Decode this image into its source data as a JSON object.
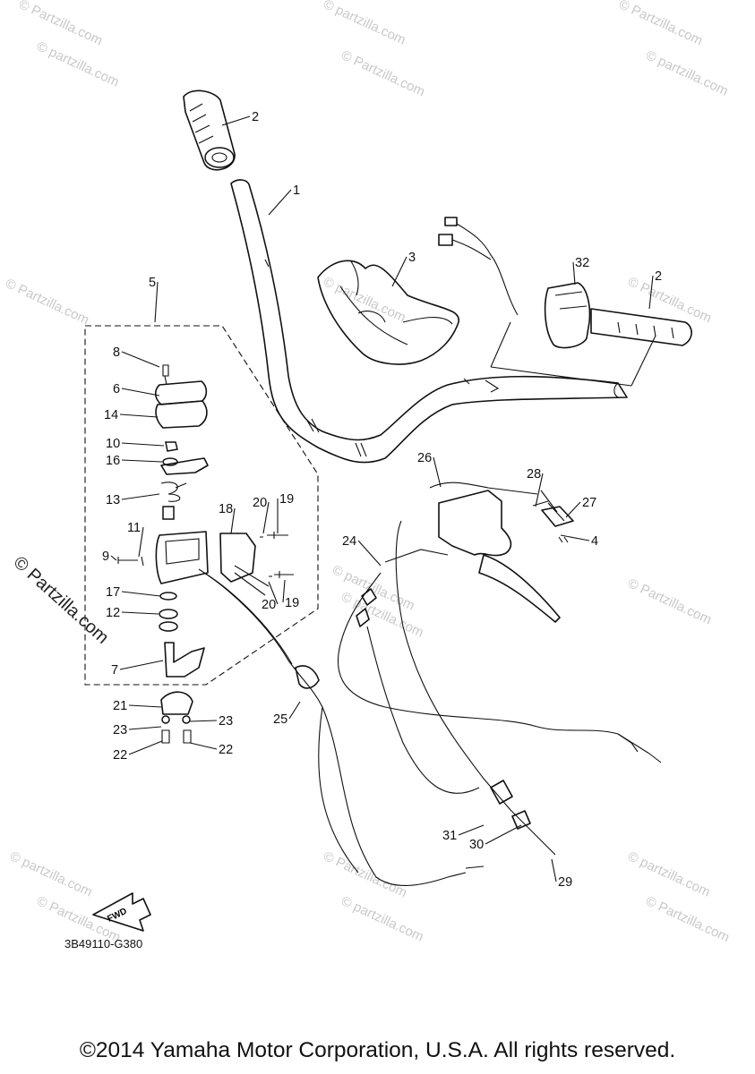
{
  "diagram": {
    "watermarks": [
      "© Partzilla.com",
      "© partzilla.com"
    ],
    "side_watermark": "© Partzilla.com",
    "drawing_code": "3B49110-G380",
    "fwd_label": "FWD",
    "copyright": "©2014 Yamaha Motor Corporation, U.S.A. All rights reserved.",
    "callouts": [
      "1",
      "2",
      "2",
      "3",
      "4",
      "5",
      "6",
      "7",
      "8",
      "9",
      "10",
      "11",
      "12",
      "13",
      "14",
      "16",
      "17",
      "18",
      "19",
      "19",
      "20",
      "20",
      "21",
      "22",
      "22",
      "23",
      "23",
      "24",
      "25",
      "26",
      "27",
      "28",
      "29",
      "30",
      "31",
      "32"
    ]
  }
}
